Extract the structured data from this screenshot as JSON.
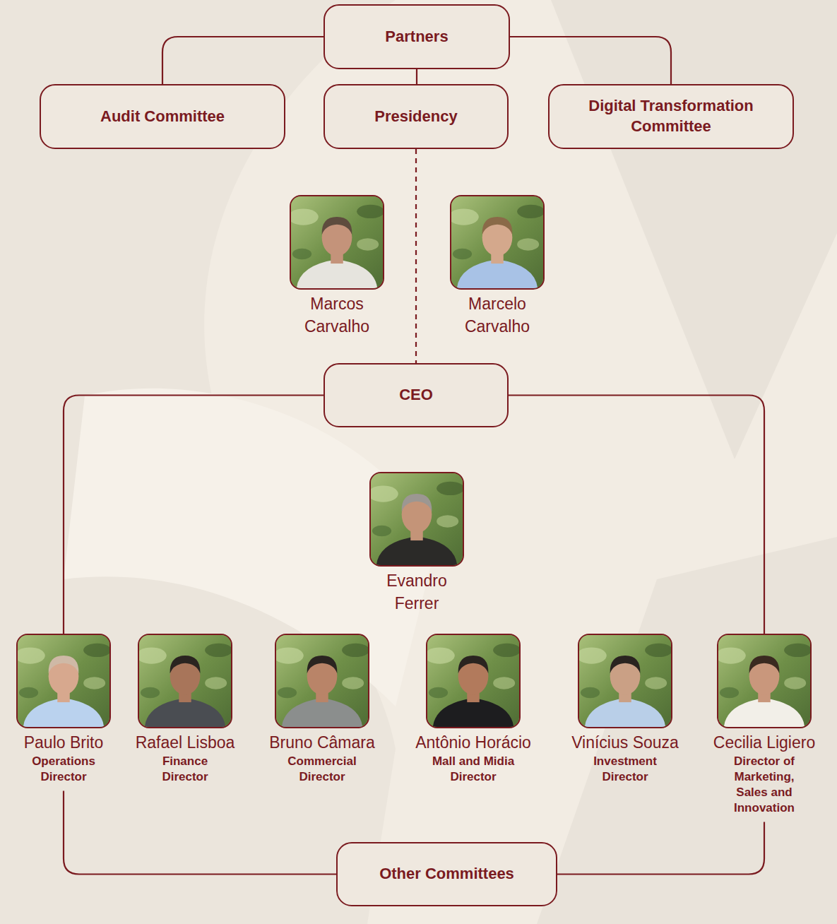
{
  "diagram": {
    "nodes": [
      {
        "text": [
          "Partners"
        ]
      },
      {
        "text": [
          "Audit Committee"
        ]
      },
      {
        "text": [
          "Presidency"
        ]
      },
      {
        "text": [
          "Digital Transformation Committee"
        ]
      },
      {
        "text": [
          "Marcos Carvalho"
        ]
      },
      {
        "text": [
          "Marcelo Carvalho"
        ]
      },
      {
        "text": [
          "CEO"
        ]
      },
      {
        "text": [
          "Evandro Ferrer"
        ]
      },
      {
        "text": [
          "Paulo Brito",
          "Operations Director"
        ]
      },
      {
        "text": [
          "Rafael Lisboa",
          "Finance Director"
        ]
      },
      {
        "text": [
          "Bruno Câmara",
          "Commercial Director"
        ]
      },
      {
        "text": [
          "Antônio Horácio",
          "Mall and Midia Director"
        ]
      },
      {
        "text": [
          "Vinícius Souza",
          "Investment Director"
        ]
      },
      {
        "text": [
          "Cecilia Ligiero",
          "Director of Marketing, Sales and Innovation"
        ]
      },
      {
        "text": [
          "Other Committees"
        ]
      }
    ],
    "edges": [
      {
        "from": 0,
        "to": 1,
        "arrow": "none"
      },
      {
        "from": 0,
        "to": 2,
        "arrow": "none"
      },
      {
        "from": 0,
        "to": 3,
        "arrow": "none"
      },
      {
        "from": 2,
        "to": 6,
        "arrow": "none"
      },
      {
        "from": 6,
        "to": 8,
        "arrow": "none"
      },
      {
        "from": 6,
        "to": 13,
        "arrow": "none"
      },
      {
        "from": 8,
        "to": 14,
        "arrow": "none"
      },
      {
        "from": 13,
        "to": 14,
        "arrow": "none"
      }
    ]
  }
}
